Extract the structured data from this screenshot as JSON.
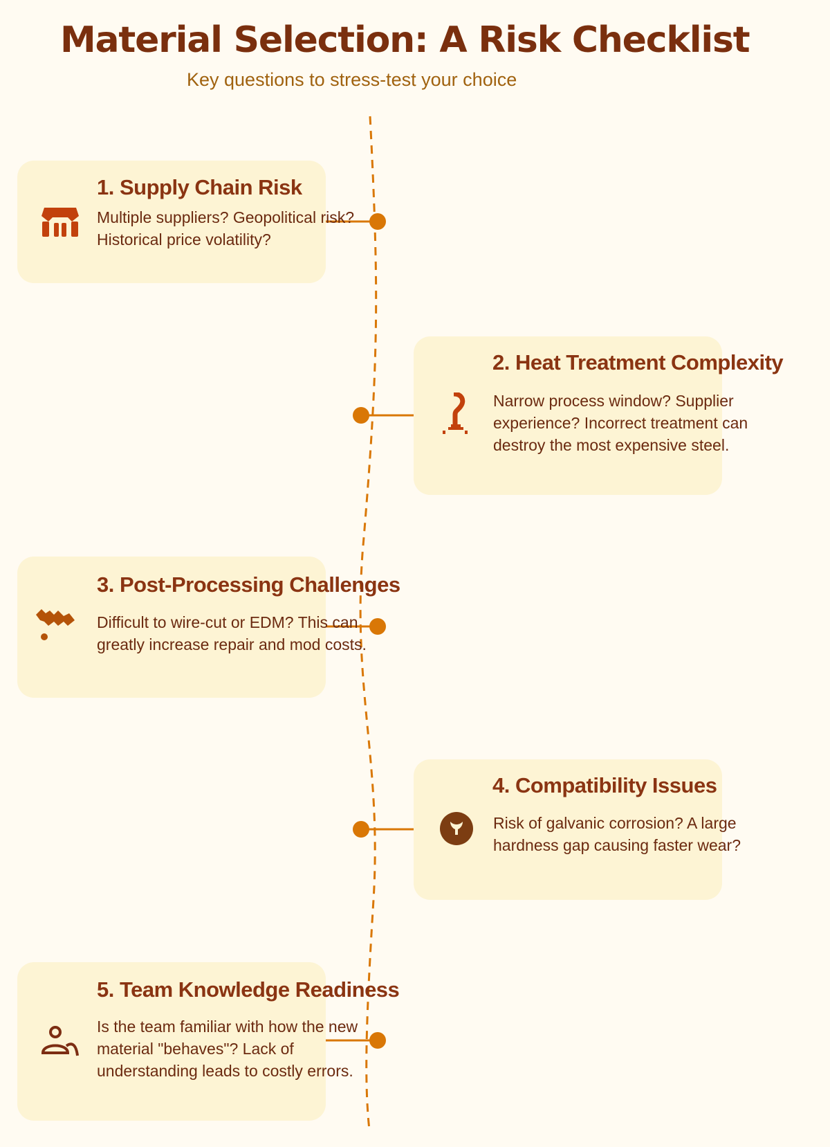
{
  "header": {
    "title": "Material Selection: A Risk Checklist",
    "subtitle": "Key questions to stress-test your choice"
  },
  "colors": {
    "background": "#fffbf2",
    "card": "#fdf4d4",
    "title": "#7a2f0e",
    "heading": "#8a3412",
    "body_text": "#6b2a10",
    "accent": "#d97706",
    "subtitle": "#a0620f"
  },
  "items": [
    {
      "number": 1,
      "title": "1. Supply Chain Risk",
      "lines": [
        "Multiple suppliers? Geopolitical risk?",
        "Historical price volatility?"
      ],
      "icon": "supply-chain-icon",
      "side": "left"
    },
    {
      "number": 2,
      "title": "2. Heat Treatment Complexity",
      "lines": [
        "Narrow process window? Supplier",
        "experience? Incorrect treatment can",
        "destroy the most expensive steel."
      ],
      "icon": "heat-treatment-icon",
      "side": "right"
    },
    {
      "number": 3,
      "title": "3. Post-Processing Challenges",
      "lines": [
        "Difficult to wire-cut or EDM? This can",
        "greatly increase repair and mod costs."
      ],
      "icon": "post-processing-icon",
      "side": "left"
    },
    {
      "number": 4,
      "title": "4. Compatibility Issues",
      "lines": [
        "Risk of galvanic corrosion? A large",
        "hardness gap causing faster wear?"
      ],
      "icon": "compatibility-icon",
      "side": "right"
    },
    {
      "number": 5,
      "title": "5. Team Knowledge Readiness",
      "lines": [
        "Is the team familiar with how the new",
        "material \"behaves\"? Lack of",
        "understanding leads to costly errors."
      ],
      "icon": "team-knowledge-icon",
      "side": "left"
    }
  ]
}
